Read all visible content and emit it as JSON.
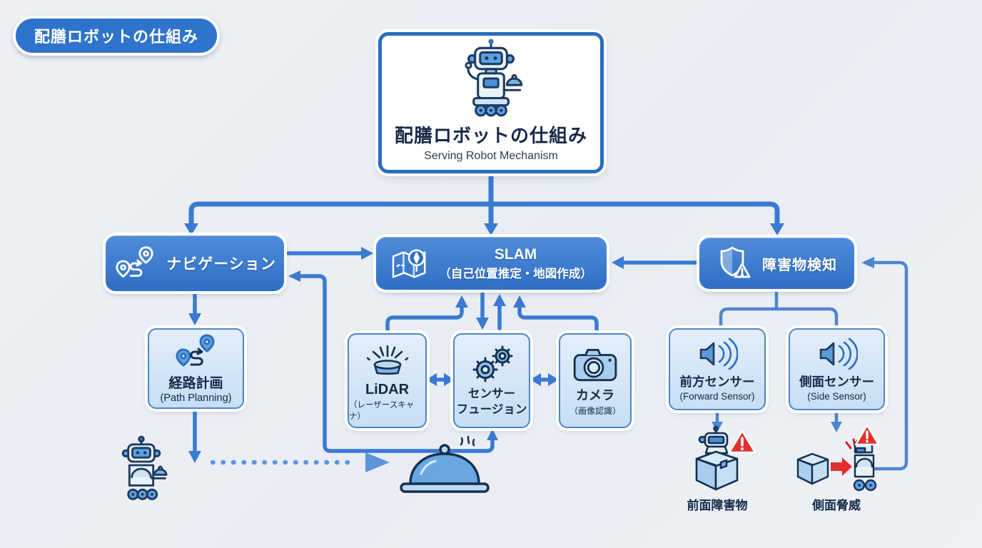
{
  "badge": {
    "label": "配膳ロボットの仕組み"
  },
  "root": {
    "title": "配膳ロボットの仕組み",
    "subtitle": "Serving Robot Mechanism"
  },
  "nodes": {
    "navigation": {
      "label": "ナビゲーション"
    },
    "slam": {
      "title": "SLAM",
      "subtitle": "（自己位置推定・地図作成）"
    },
    "obstacle_detection": {
      "label": "障害物検知"
    },
    "path_planning": {
      "title": "経路計画",
      "subtitle": "(Path Planning)"
    },
    "lidar": {
      "title": "LiDAR",
      "subtitle": "（レーザースキャナ）"
    },
    "sensor_fusion": {
      "line1": "センサー",
      "line2": "フュージョン"
    },
    "camera": {
      "title": "カメラ",
      "subtitle": "（画像認識）"
    },
    "forward_sensor": {
      "title": "前方センサー",
      "subtitle": "(Forward Sensor)"
    },
    "side_sensor": {
      "title": "側面センサー",
      "subtitle": "(Side Sensor)"
    }
  },
  "captions": {
    "front_obstacle": "前面障害物",
    "side_threat": "側面脅威"
  },
  "colors": {
    "background": "#edeff3",
    "primary_blue": "#3a7ad2",
    "node_blue_top": "#4f8cd9",
    "node_blue_bottom": "#2f6ec6",
    "light_node_fill": "#cfe3f6",
    "light_node_border": "#4f86c6",
    "dark_text": "#14294a",
    "warning_red": "#e23030",
    "white": "#ffffff"
  }
}
